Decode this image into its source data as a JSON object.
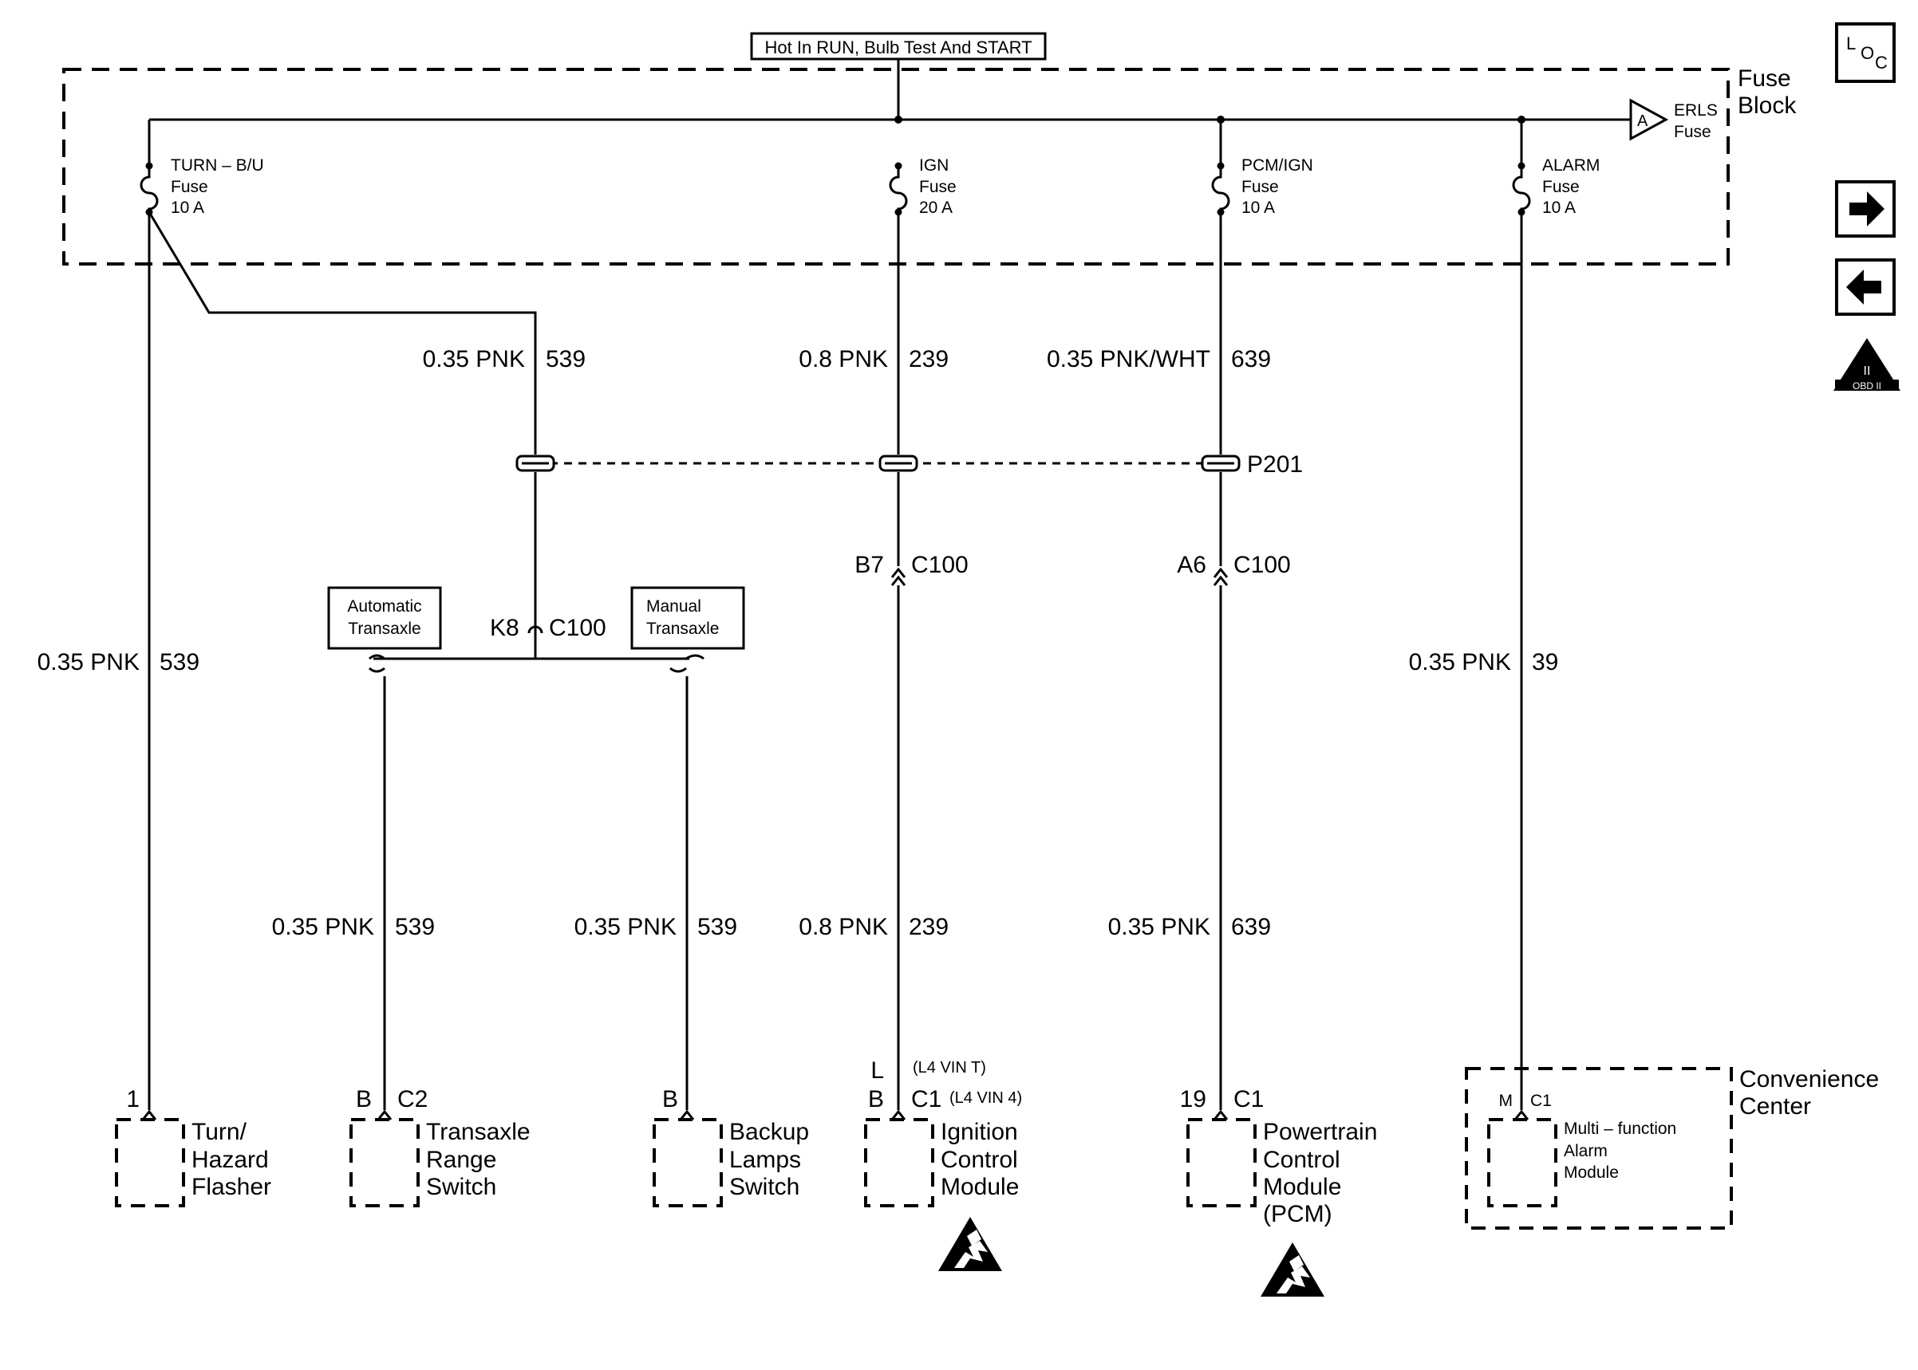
{
  "supply": {
    "label": "Hot In RUN, Bulb Test And START"
  },
  "fuse_block": {
    "label_line1": "Fuse",
    "label_line2": "Block"
  },
  "erls_fuse": {
    "marker": "A",
    "line1": "ERLS",
    "line2": "Fuse"
  },
  "fuses": [
    {
      "name": "TURN – B/U",
      "type": "Fuse",
      "rating": "10 A"
    },
    {
      "name": "IGN",
      "type": "Fuse",
      "rating": "20 A"
    },
    {
      "name": "PCM/IGN",
      "type": "Fuse",
      "rating": "10 A"
    },
    {
      "name": "ALARM",
      "type": "Fuse",
      "rating": "10 A"
    }
  ],
  "wires": {
    "w539_top": {
      "gauge": "0.35 PNK",
      "circuit": "539"
    },
    "w239_top": {
      "gauge": "0.8 PNK",
      "circuit": "239"
    },
    "w639_top": {
      "gauge": "0.35 PNK/WHT",
      "circuit": "639"
    },
    "w539_left": {
      "gauge": "0.35 PNK",
      "circuit": "539"
    },
    "w39": {
      "gauge": "0.35 PNK",
      "circuit": "39"
    },
    "w539_range": {
      "gauge": "0.35 PNK",
      "circuit": "539"
    },
    "w539_backup": {
      "gauge": "0.35 PNK",
      "circuit": "539"
    },
    "w239_bottom": {
      "gauge": "0.8 PNK",
      "circuit": "239"
    },
    "w639_bottom": {
      "gauge": "0.35 PNK",
      "circuit": "639"
    }
  },
  "splice": {
    "label": "P201"
  },
  "connectors": {
    "c100_ign": {
      "pin": "B7",
      "name": "C100"
    },
    "c100_pcm": {
      "pin": "A6",
      "name": "C100"
    },
    "c100_k8": {
      "pin": "K8",
      "name": "C100"
    }
  },
  "options": {
    "automatic_line1": "Automatic",
    "automatic_line2": "Transaxle",
    "manual_line1": "Manual",
    "manual_line2": "Transaxle"
  },
  "components": [
    {
      "pin": "1",
      "connector": "",
      "lines": [
        "Turn/",
        "Hazard",
        "Flasher"
      ]
    },
    {
      "pin": "B",
      "connector": "C2",
      "lines": [
        "Transaxle",
        "Range",
        "Switch"
      ]
    },
    {
      "pin": "B",
      "connector": "",
      "lines": [
        "Backup",
        "Lamps",
        "Switch"
      ]
    },
    {
      "pin_l": "L",
      "pin_b": "B",
      "connector": "C1",
      "note_l": "(L4 VIN T)",
      "note_b": "(L4 VIN 4)",
      "lines": [
        "Ignition",
        "Control",
        "Module"
      ]
    },
    {
      "pin": "19",
      "connector": "C1",
      "lines": [
        "Powertrain",
        "Control",
        "Module",
        "(PCM)"
      ]
    },
    {
      "pin": "M",
      "connector": "C1",
      "lines": [
        "Multi – function",
        "Alarm",
        "Module"
      ]
    }
  ],
  "convenience_center": {
    "line1": "Convenience",
    "line2": "Center"
  },
  "sidebar": {
    "loc_l": "L",
    "loc_o": "O",
    "loc_c": "C",
    "obd_numeral": "II",
    "obd_text": "OBD II"
  }
}
